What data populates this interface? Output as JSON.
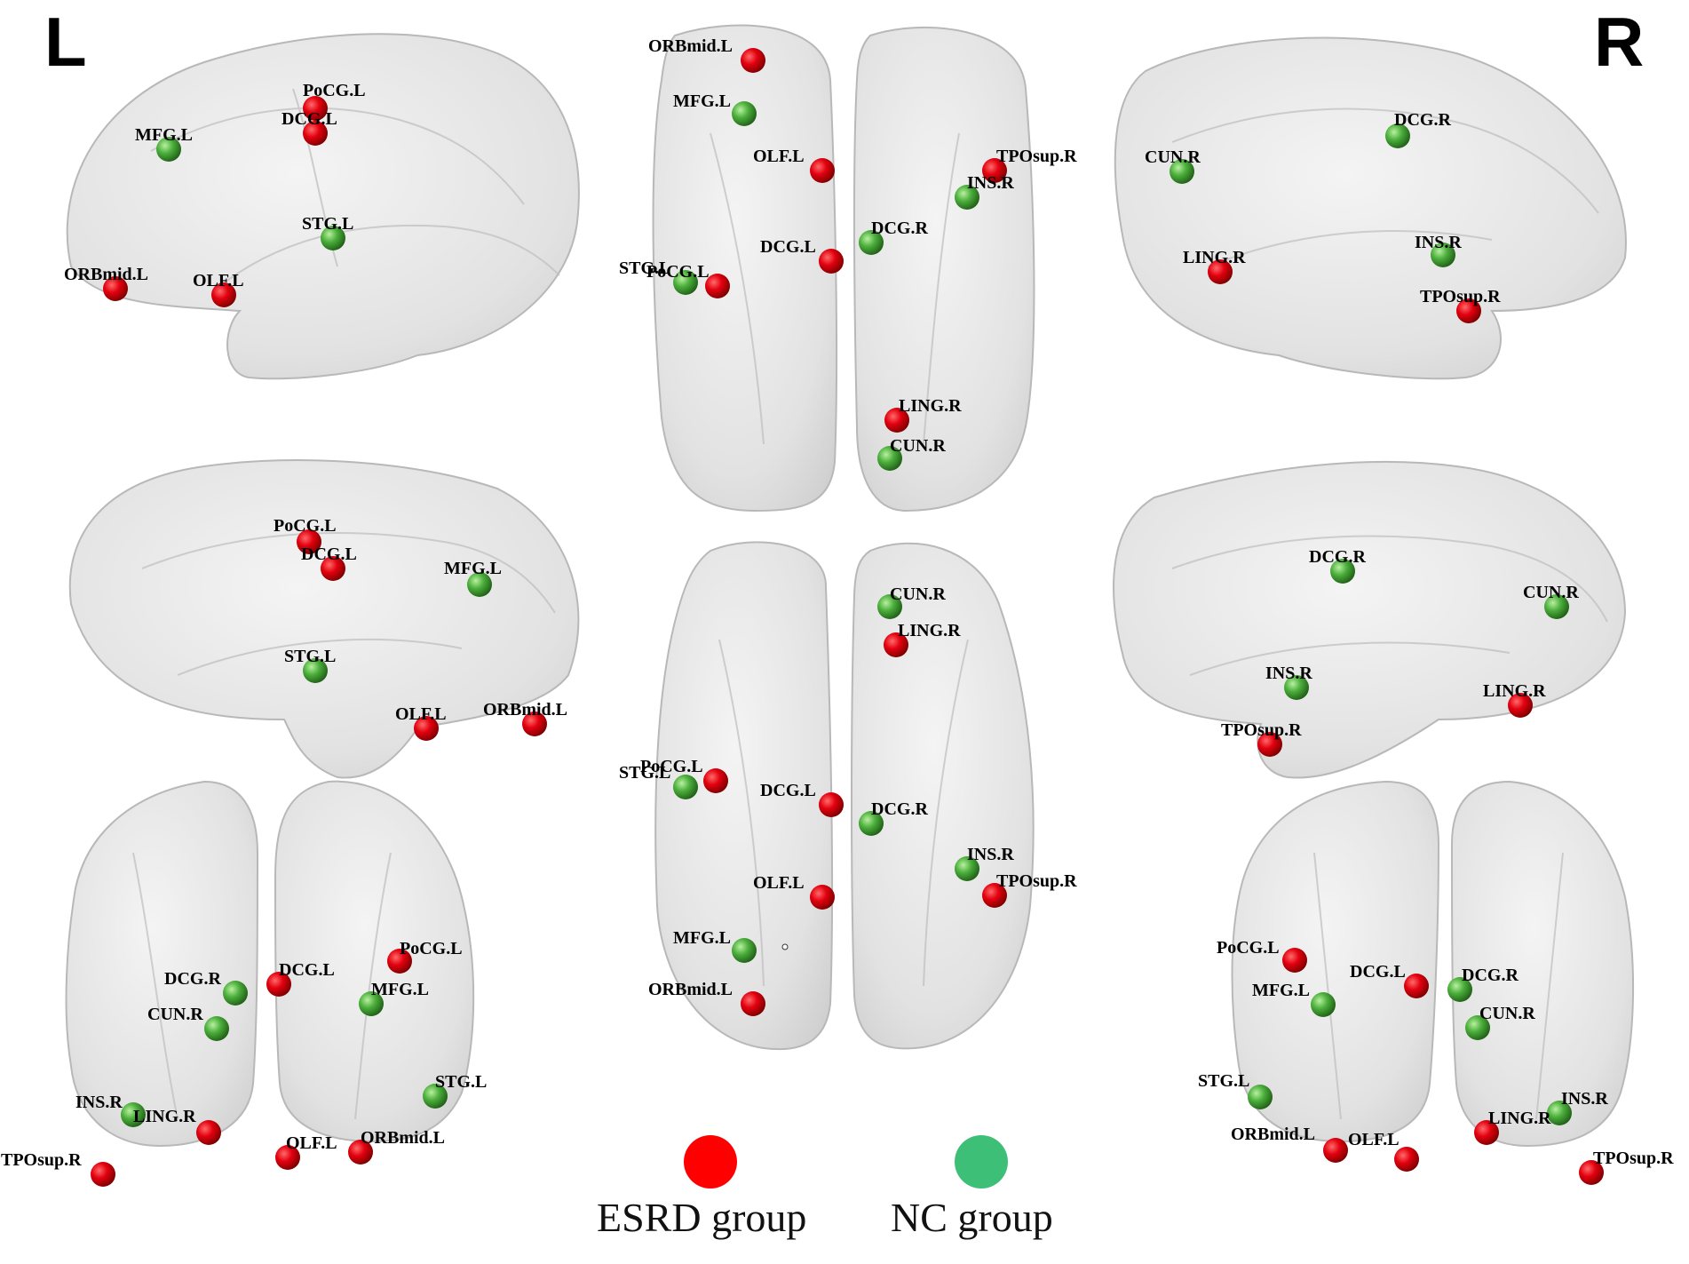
{
  "hemisphere_labels": {
    "left": "L",
    "right": "R"
  },
  "legend": [
    {
      "label": "ESRD group",
      "color": "#ff0000"
    },
    {
      "label": "NC group",
      "color": "#3dbf78"
    }
  ],
  "colors": {
    "esrd": "#e3000f",
    "nc": "#4caf3c",
    "brain_fill": "#d9d9d9",
    "brain_stroke": "#b5b5b5"
  },
  "views": [
    {
      "id": "left-lateral",
      "nodes": [
        {
          "label": "PoCG.L",
          "group": "esrd"
        },
        {
          "label": "DCG.L",
          "group": "esrd"
        },
        {
          "label": "MFG.L",
          "group": "nc"
        },
        {
          "label": "STG.L",
          "group": "nc"
        },
        {
          "label": "ORBmid.L",
          "group": "esrd"
        },
        {
          "label": "OLF.L",
          "group": "esrd"
        }
      ]
    },
    {
      "id": "left-medial",
      "nodes": [
        {
          "label": "PoCG.L",
          "group": "esrd"
        },
        {
          "label": "DCG.L",
          "group": "esrd"
        },
        {
          "label": "MFG.L",
          "group": "nc"
        },
        {
          "label": "STG.L",
          "group": "nc"
        },
        {
          "label": "OLF.L",
          "group": "esrd"
        },
        {
          "label": "ORBmid.L",
          "group": "esrd"
        }
      ]
    },
    {
      "id": "left-frontal",
      "nodes": [
        {
          "label": "PoCG.L",
          "group": "esrd"
        },
        {
          "label": "DCG.R",
          "group": "nc"
        },
        {
          "label": "DCG.L",
          "group": "esrd"
        },
        {
          "label": "MFG.L",
          "group": "nc"
        },
        {
          "label": "CUN.R",
          "group": "nc"
        },
        {
          "label": "STG.L",
          "group": "nc"
        },
        {
          "label": "INS.R",
          "group": "nc"
        },
        {
          "label": "LING.R",
          "group": "esrd"
        },
        {
          "label": "OLF.L",
          "group": "esrd"
        },
        {
          "label": "ORBmid.L",
          "group": "esrd"
        },
        {
          "label": "TPOsup.R",
          "group": "esrd"
        }
      ]
    },
    {
      "id": "top-dorsal",
      "nodes": [
        {
          "label": "ORBmid.L",
          "group": "esrd"
        },
        {
          "label": "MFG.L",
          "group": "nc"
        },
        {
          "label": "OLF.L",
          "group": "esrd"
        },
        {
          "label": "TPOsup.R",
          "group": "esrd"
        },
        {
          "label": "INS.R",
          "group": "nc"
        },
        {
          "label": "DCG.R",
          "group": "nc"
        },
        {
          "label": "DCG.L",
          "group": "esrd"
        },
        {
          "label": "STG.L",
          "group": "nc"
        },
        {
          "label": "PoCG.L",
          "group": "esrd"
        },
        {
          "label": "LING.R",
          "group": "esrd"
        },
        {
          "label": "CUN.R",
          "group": "nc"
        }
      ]
    },
    {
      "id": "bottom-ventral",
      "nodes": [
        {
          "label": "CUN.R",
          "group": "nc"
        },
        {
          "label": "LING.R",
          "group": "esrd"
        },
        {
          "label": "PoCG.L",
          "group": "esrd"
        },
        {
          "label": "STG.L",
          "group": "nc"
        },
        {
          "label": "DCG.L",
          "group": "esrd"
        },
        {
          "label": "DCG.R",
          "group": "nc"
        },
        {
          "label": "INS.R",
          "group": "nc"
        },
        {
          "label": "TPOsup.R",
          "group": "esrd"
        },
        {
          "label": "OLF.L",
          "group": "esrd"
        },
        {
          "label": "MFG.L",
          "group": "nc"
        },
        {
          "label": "ORBmid.L",
          "group": "esrd"
        }
      ]
    },
    {
      "id": "right-lateral",
      "nodes": [
        {
          "label": "DCG.R",
          "group": "nc"
        },
        {
          "label": "CUN.R",
          "group": "nc"
        },
        {
          "label": "INS.R",
          "group": "nc"
        },
        {
          "label": "LING.R",
          "group": "esrd"
        },
        {
          "label": "TPOsup.R",
          "group": "esrd"
        }
      ]
    },
    {
      "id": "right-medial",
      "nodes": [
        {
          "label": "DCG.R",
          "group": "nc"
        },
        {
          "label": "CUN.R",
          "group": "nc"
        },
        {
          "label": "INS.R",
          "group": "nc"
        },
        {
          "label": "LING.R",
          "group": "esrd"
        },
        {
          "label": "TPOsup.R",
          "group": "esrd"
        }
      ]
    },
    {
      "id": "right-frontal",
      "nodes": [
        {
          "label": "PoCG.L",
          "group": "esrd"
        },
        {
          "label": "DCG.L",
          "group": "esrd"
        },
        {
          "label": "DCG.R",
          "group": "nc"
        },
        {
          "label": "MFG.L",
          "group": "nc"
        },
        {
          "label": "CUN.R",
          "group": "nc"
        },
        {
          "label": "STG.L",
          "group": "nc"
        },
        {
          "label": "INS.R",
          "group": "nc"
        },
        {
          "label": "LING.R",
          "group": "esrd"
        },
        {
          "label": "ORBmid.L",
          "group": "esrd"
        },
        {
          "label": "OLF.L",
          "group": "esrd"
        },
        {
          "label": "TPOsup.R",
          "group": "esrd"
        }
      ]
    }
  ]
}
